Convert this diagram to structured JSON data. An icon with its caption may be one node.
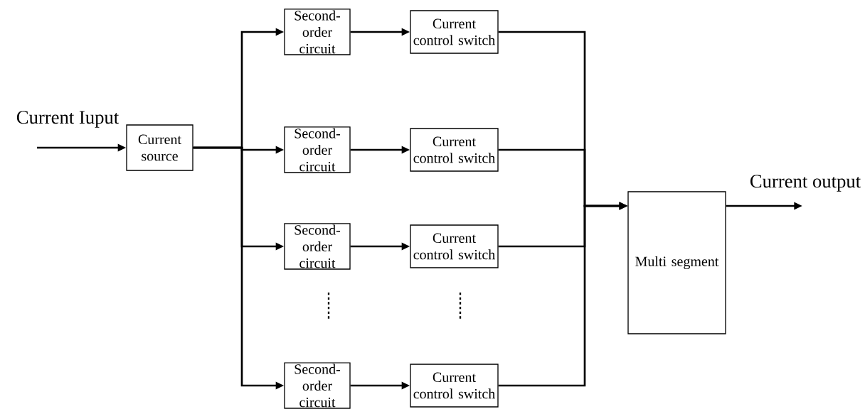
{
  "diagram": {
    "nodes": [
      {
        "text": [
          "Current source"
        ]
      },
      {
        "text": [
          "Second-order circuit"
        ]
      },
      {
        "text": [
          "Second-order circuit"
        ]
      },
      {
        "text": [
          "Second-order circuit"
        ]
      },
      {
        "text": [
          "Second-order circuit"
        ]
      },
      {
        "text": [
          "Current control switch"
        ]
      },
      {
        "text": [
          "Current control switch"
        ]
      },
      {
        "text": [
          "Current control switch"
        ]
      },
      {
        "text": [
          "Current control switch"
        ]
      },
      {
        "text": [
          "Multi segment"
        ]
      }
    ],
    "edges": [
      {
        "from": null,
        "to": 0,
        "arrow": "to",
        "label": "Current Iuput"
      },
      {
        "from": 0,
        "to": 1,
        "arrow": "to"
      },
      {
        "from": 0,
        "to": 2,
        "arrow": "to"
      },
      {
        "from": 0,
        "to": 3,
        "arrow": "to"
      },
      {
        "from": 0,
        "to": 4,
        "arrow": "to"
      },
      {
        "from": 1,
        "to": 5,
        "arrow": "to"
      },
      {
        "from": 2,
        "to": 6,
        "arrow": "to"
      },
      {
        "from": 3,
        "to": 7,
        "arrow": "to"
      },
      {
        "from": 4,
        "to": 8,
        "arrow": "to"
      },
      {
        "from": 5,
        "to": 9,
        "arrow": "to"
      },
      {
        "from": 6,
        "to": 9,
        "arrow": "to"
      },
      {
        "from": 7,
        "to": 9,
        "arrow": "to"
      },
      {
        "from": 8,
        "to": 9,
        "arrow": "to"
      },
      {
        "from": 9,
        "to": null,
        "arrow": "to",
        "label": "Current output"
      }
    ]
  }
}
